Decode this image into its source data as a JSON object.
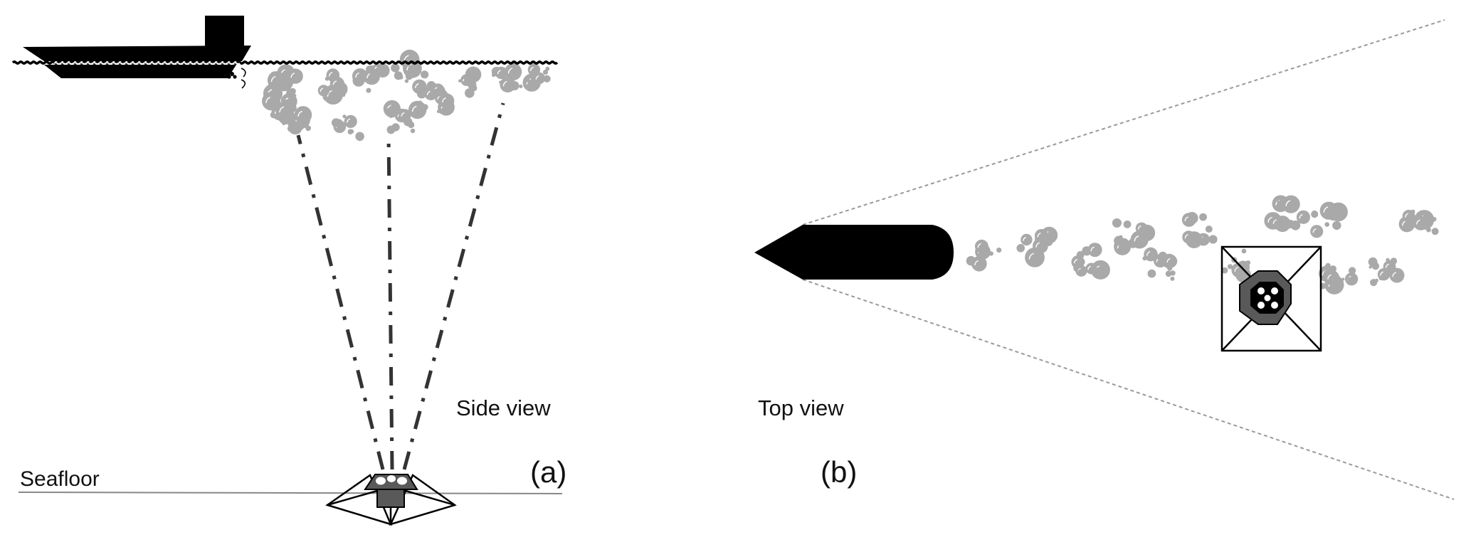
{
  "figure": {
    "panels": [
      {
        "id": "a",
        "panel_label": "(a)",
        "view_label": "Side view",
        "surface_label": "Seafloor",
        "elements": [
          "surface-vessel",
          "propeller-wash",
          "bubble-plume",
          "acoustic-beams",
          "seafloor-line",
          "bottom-mounted-sonar-lander"
        ],
        "beam_count": 3
      },
      {
        "id": "b",
        "panel_label": "(b)",
        "view_label": "Top view",
        "elements": [
          "surface-vessel",
          "bubble-wake",
          "swath-wedge",
          "lander-frame",
          "sonar-head"
        ],
        "sonar_transducer_count": 5
      }
    ],
    "colors": {
      "background": "#ffffff",
      "vessel": "#000000",
      "bubble": "#a9a9a9",
      "bubble_highlight": "#ffffff",
      "lander_body": "#595959",
      "beam": "#333333",
      "seafloor": "#888888",
      "wedge_line": "#9a9a9a"
    }
  }
}
